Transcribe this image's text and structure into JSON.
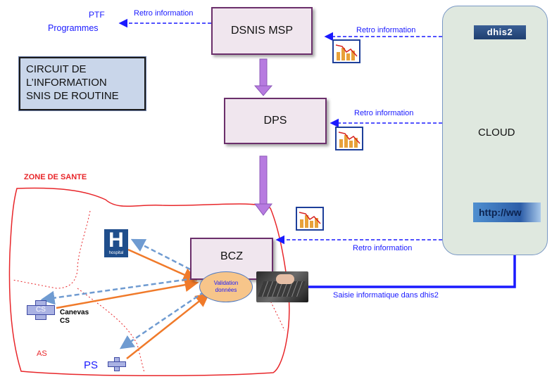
{
  "labels": {
    "ptf": "PTF",
    "programmes": "Programmes",
    "retro_top": "Retro information",
    "retro_dsnis": "Retro information",
    "retro_dps": "Retro information",
    "retro_bcz": "Retro information",
    "circuit": [
      "CIRCUIT DE",
      "L’INFORMATION",
      "SNIS DE ROUTINE"
    ],
    "zone": "ZONE DE SANTE",
    "as": "AS",
    "ps": "PS",
    "cs": "CS",
    "canevas": [
      "Canevas",
      "CS"
    ],
    "validation": [
      "Validation",
      "données"
    ],
    "saisie": "Saisie informatique dans dhis2",
    "cloud": "CLOUD",
    "dhis2": "dhis2",
    "http": "http://ww",
    "hospital_letter": "H",
    "hospital_sub": "hospital"
  },
  "nodes": {
    "dsnis": "DSNIS MSP",
    "dps": "DPS",
    "bcz": "BCZ"
  },
  "colors": {
    "box_fill": "#f0e6ee",
    "box_border": "#6b2f6b",
    "flow_blue": "#1a1aff",
    "down_arrow": "#b77be0",
    "orange": "#f07a2a",
    "dashed_lightblue": "#6f9bd1",
    "zone_red": "#e8262a"
  }
}
